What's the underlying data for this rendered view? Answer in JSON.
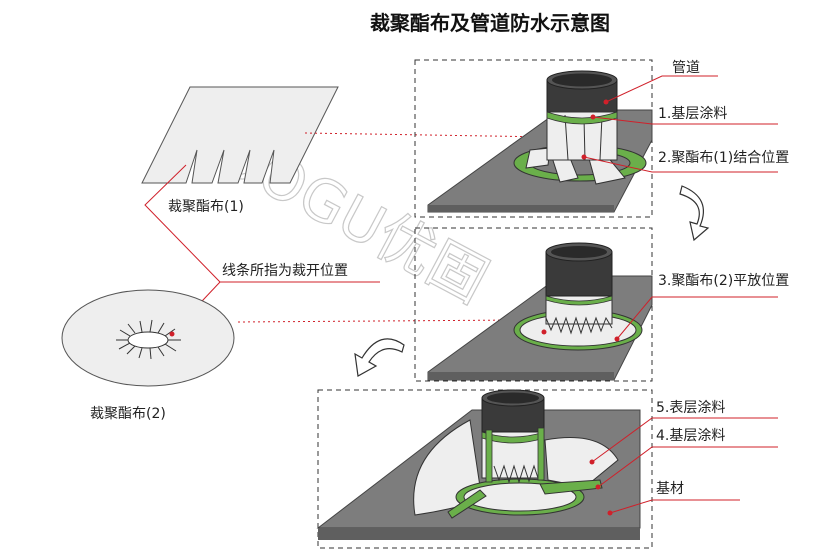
{
  "title": "裁聚酯布及管道防水示意图",
  "watermark": "YOOGU优固",
  "left_labels": {
    "cloth1": "裁聚酯布(1)",
    "cut_line": "线条所指为裁开位置",
    "cloth2": "裁聚酯布(2)"
  },
  "callouts": {
    "pipe": "管道",
    "base_coat_1": "1.基层涂料",
    "cloth1_position": "2.聚酯布(1)结合位置",
    "cloth2_position": "3.聚酯布(2)平放位置",
    "base_coat_4": "4.基层涂料",
    "top_coat_5": "5.表层涂料",
    "substrate": "基材"
  },
  "colors": {
    "pipe_dark": "#3a3a3a",
    "coating_green": "#6aaf4a",
    "slab_gray": "#7d7d7d",
    "leader_red": "#d0202a",
    "cloth_white": "#eeeeee"
  },
  "icons": [
    "curved-arrow-down-icon",
    "curved-arrow-left-icon"
  ]
}
